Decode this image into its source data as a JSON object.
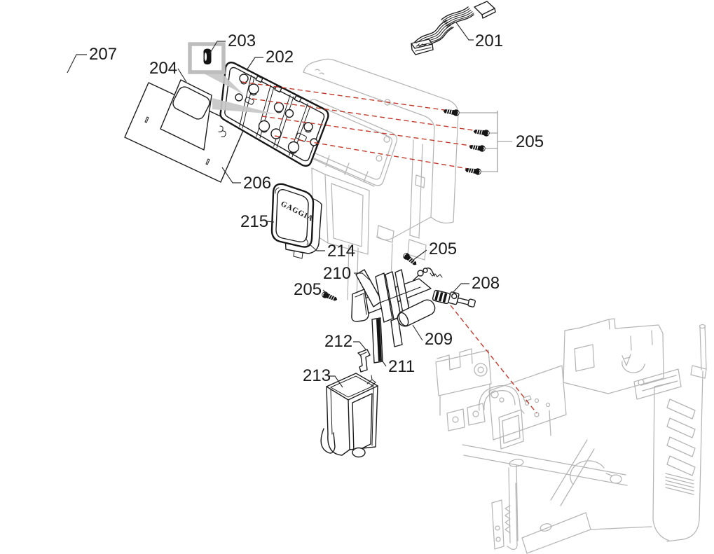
{
  "diagram": {
    "figure_type": "exploded-parts-diagram",
    "brand_logo_text": "GAGGIA",
    "colors": {
      "part_line": "#1c1c1c",
      "ghost_line": "#b5b5b5",
      "leader_line": "#2d2d2d",
      "alignment_dash_red": "#c23a2c",
      "highlight_box_gray": "#bdbdbd",
      "background": "#ffffff"
    },
    "callouts": [
      {
        "part": "207"
      },
      {
        "part": "204"
      },
      {
        "part": "203"
      },
      {
        "part": "202"
      },
      {
        "part": "201"
      },
      {
        "part": "205"
      },
      {
        "part": "206"
      },
      {
        "part": "215"
      },
      {
        "part": "214"
      },
      {
        "part": "205"
      },
      {
        "part": "210"
      },
      {
        "part": "205"
      },
      {
        "part": "208"
      },
      {
        "part": "209"
      },
      {
        "part": "212"
      },
      {
        "part": "211"
      },
      {
        "part": "213"
      }
    ]
  }
}
